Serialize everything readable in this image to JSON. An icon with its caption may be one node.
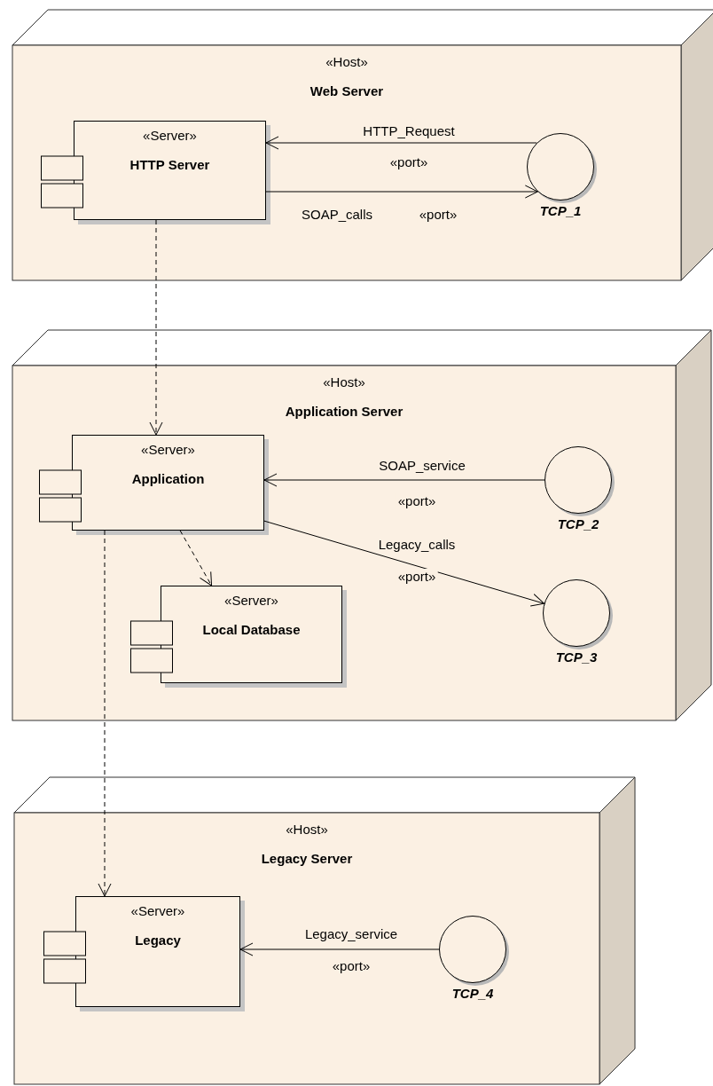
{
  "diagram": {
    "nodes": [
      {
        "text": [
          "«Host»",
          "Web Server"
        ]
      },
      {
        "text": [
          "«Server»",
          "HTTP Server"
        ],
        "in": 0
      },
      {
        "text": [],
        "shape": "circle",
        "beside": [
          "TCP_1"
        ],
        "in": 0
      },
      {
        "text": [
          "«Host»",
          "Application Server"
        ]
      },
      {
        "text": [
          "«Server»",
          "Application"
        ],
        "in": 3
      },
      {
        "text": [
          "«Server»",
          "Local Database"
        ],
        "in": 3
      },
      {
        "text": [],
        "shape": "circle",
        "beside": [
          "TCP_2"
        ],
        "in": 3
      },
      {
        "text": [],
        "shape": "circle",
        "beside": [
          "TCP_3"
        ],
        "in": 3
      },
      {
        "text": [
          "«Host»",
          "Legacy Server"
        ]
      },
      {
        "text": [
          "«Server»",
          "Legacy"
        ],
        "in": 8
      },
      {
        "text": [],
        "shape": "circle",
        "beside": [
          "TCP_4"
        ],
        "in": 8
      }
    ],
    "edges": [
      {
        "from": 2,
        "to": 1,
        "arrow": "to",
        "label": "HTTP_Request"
      },
      {
        "from": 1,
        "to": 2,
        "arrow": "to",
        "label": "SOAP_calls"
      },
      {
        "from": 1,
        "to": 4,
        "arrow": "to",
        "style": "dashed"
      },
      {
        "from": 6,
        "to": 4,
        "arrow": "to",
        "label": "SOAP_service"
      },
      {
        "from": 4,
        "to": 7,
        "arrow": "to",
        "label": "Legacy_calls"
      },
      {
        "from": 4,
        "to": 5,
        "arrow": "to",
        "style": "dashed"
      },
      {
        "from": 4,
        "to": 9,
        "arrow": "to",
        "style": "dashed"
      },
      {
        "from": 10,
        "to": 9,
        "arrow": "to",
        "label": "Legacy_service"
      }
    ],
    "labels": [
      "«port»",
      "«port»",
      "«port»",
      "«port»",
      "«port»"
    ]
  }
}
